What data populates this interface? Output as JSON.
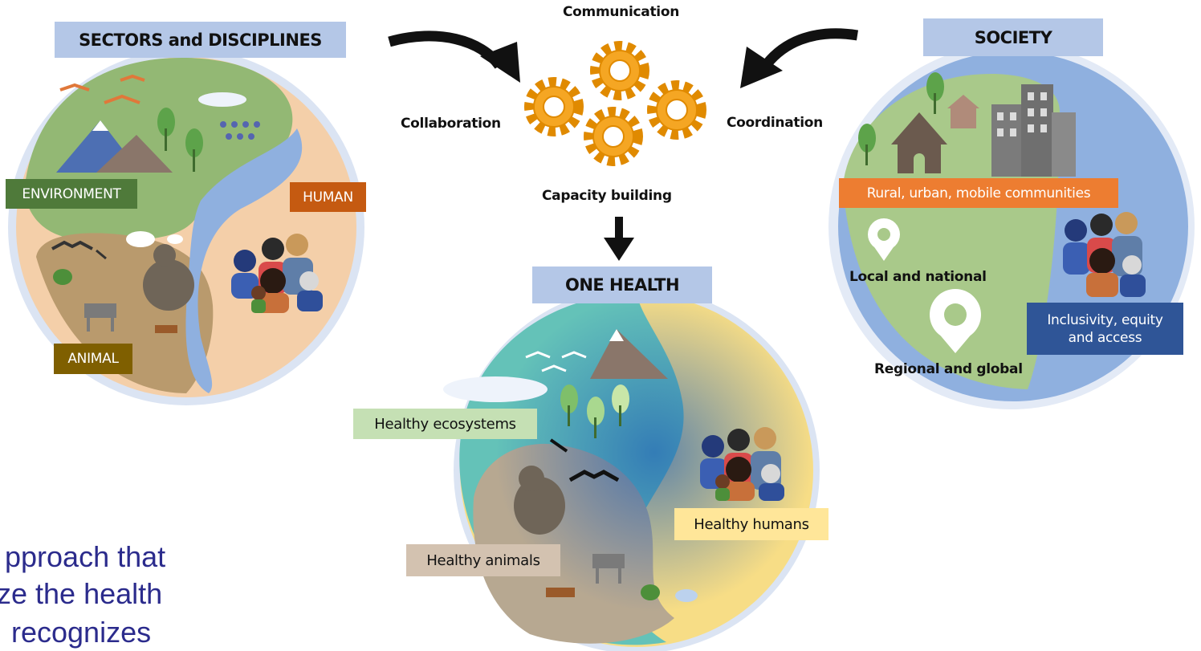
{
  "sectors": {
    "title": "SECTORS and DISCIPLINES",
    "environment": "ENVIRONMENT",
    "human": "HUMAN",
    "animal": "ANIMAL"
  },
  "process": {
    "communication": "Communication",
    "collaboration": "Collaboration",
    "coordination": "Coordination",
    "capacity_building": "Capacity building"
  },
  "society": {
    "title": "SOCIETY",
    "communities": "Rural, urban, mobile communities",
    "local": "Local and national",
    "regional": "Regional and global",
    "inclusivity_line1": "Inclusivity, equity",
    "inclusivity_line2": "and access"
  },
  "one_health": {
    "title": "ONE HEALTH",
    "ecosystems": "Healthy ecosystems",
    "humans": "Healthy humans",
    "animals": "Healthy animals"
  },
  "background_text": {
    "line1": "pproach that",
    "line2": "ze the health",
    "line3": "recognizes"
  },
  "colors": {
    "header_bg": "#b4c7e7",
    "environment": "#4f7a3a",
    "human": "#c55a11",
    "animal": "#7f5f00",
    "communities": "#ed7d31",
    "inclusivity": "#2f5597",
    "gear": "#f5a623",
    "ecosystems_bg": "#c5e0b4",
    "humans_bg": "#ffe699",
    "animals_bg": "#d3c2b0"
  }
}
